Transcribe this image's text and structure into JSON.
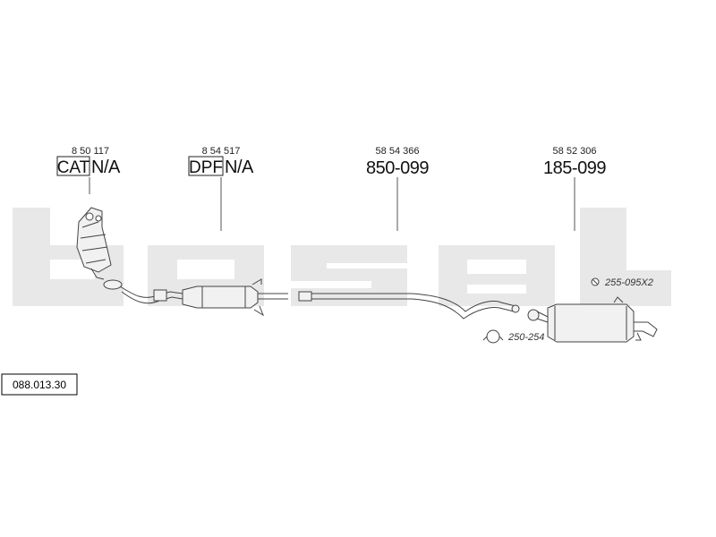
{
  "assembly": {
    "number": "088.013.30"
  },
  "parts": [
    {
      "code": "8 50 117",
      "tag": "CAT",
      "number": "N/A"
    },
    {
      "code": "8 54 517",
      "tag": "DPF",
      "number": "N/A"
    },
    {
      "code": "58 54 366",
      "tag": "",
      "number": "850-099"
    },
    {
      "code": "58 52 306",
      "tag": "",
      "number": "185-099"
    }
  ],
  "accessories": [
    {
      "label": "255-095X2"
    },
    {
      "label": "250-254"
    }
  ],
  "watermark": {
    "text": "bosal",
    "color": "#e8e8e8"
  },
  "colors": {
    "line": "#444444",
    "text": "#111111",
    "watermark": "#e8e8e8"
  }
}
